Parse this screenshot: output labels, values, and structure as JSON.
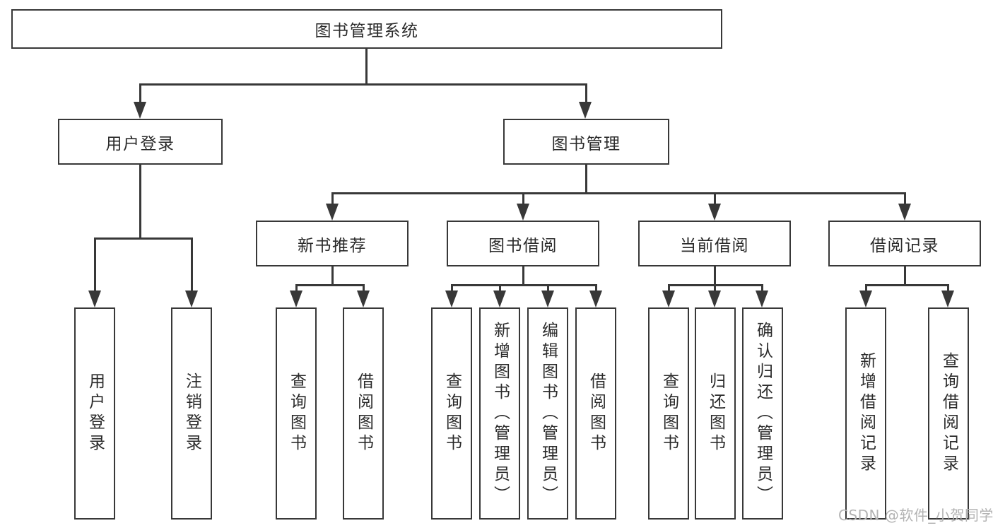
{
  "diagram_title": "图书管理系统",
  "nodes": {
    "root": "图书管理系统",
    "user_login": "用户登录",
    "book_mgmt": "图书管理",
    "new_book_rec": "新书推荐",
    "book_borrow": "图书借阅",
    "current_borrow": "当前借阅",
    "borrow_records": "借阅记录"
  },
  "leaves": {
    "g1": [
      "用户登录",
      "注销登录"
    ],
    "g2": [
      "查询图书",
      "借阅图书"
    ],
    "g3": [
      "查询图书",
      "新增图书（管理员）",
      "编辑图书（管理员）",
      "借阅图书"
    ],
    "g4": [
      "查询图书",
      "归还图书",
      "确认归还（管理员）"
    ],
    "g5": [
      "新增借阅记录",
      "查询借阅记录"
    ]
  },
  "watermark": "CSDN @软件_小贺同学",
  "colors": {
    "line": "#383838",
    "text": "#2b2b2b",
    "watermark": "#b3b3b3",
    "background": "#ffffff"
  }
}
